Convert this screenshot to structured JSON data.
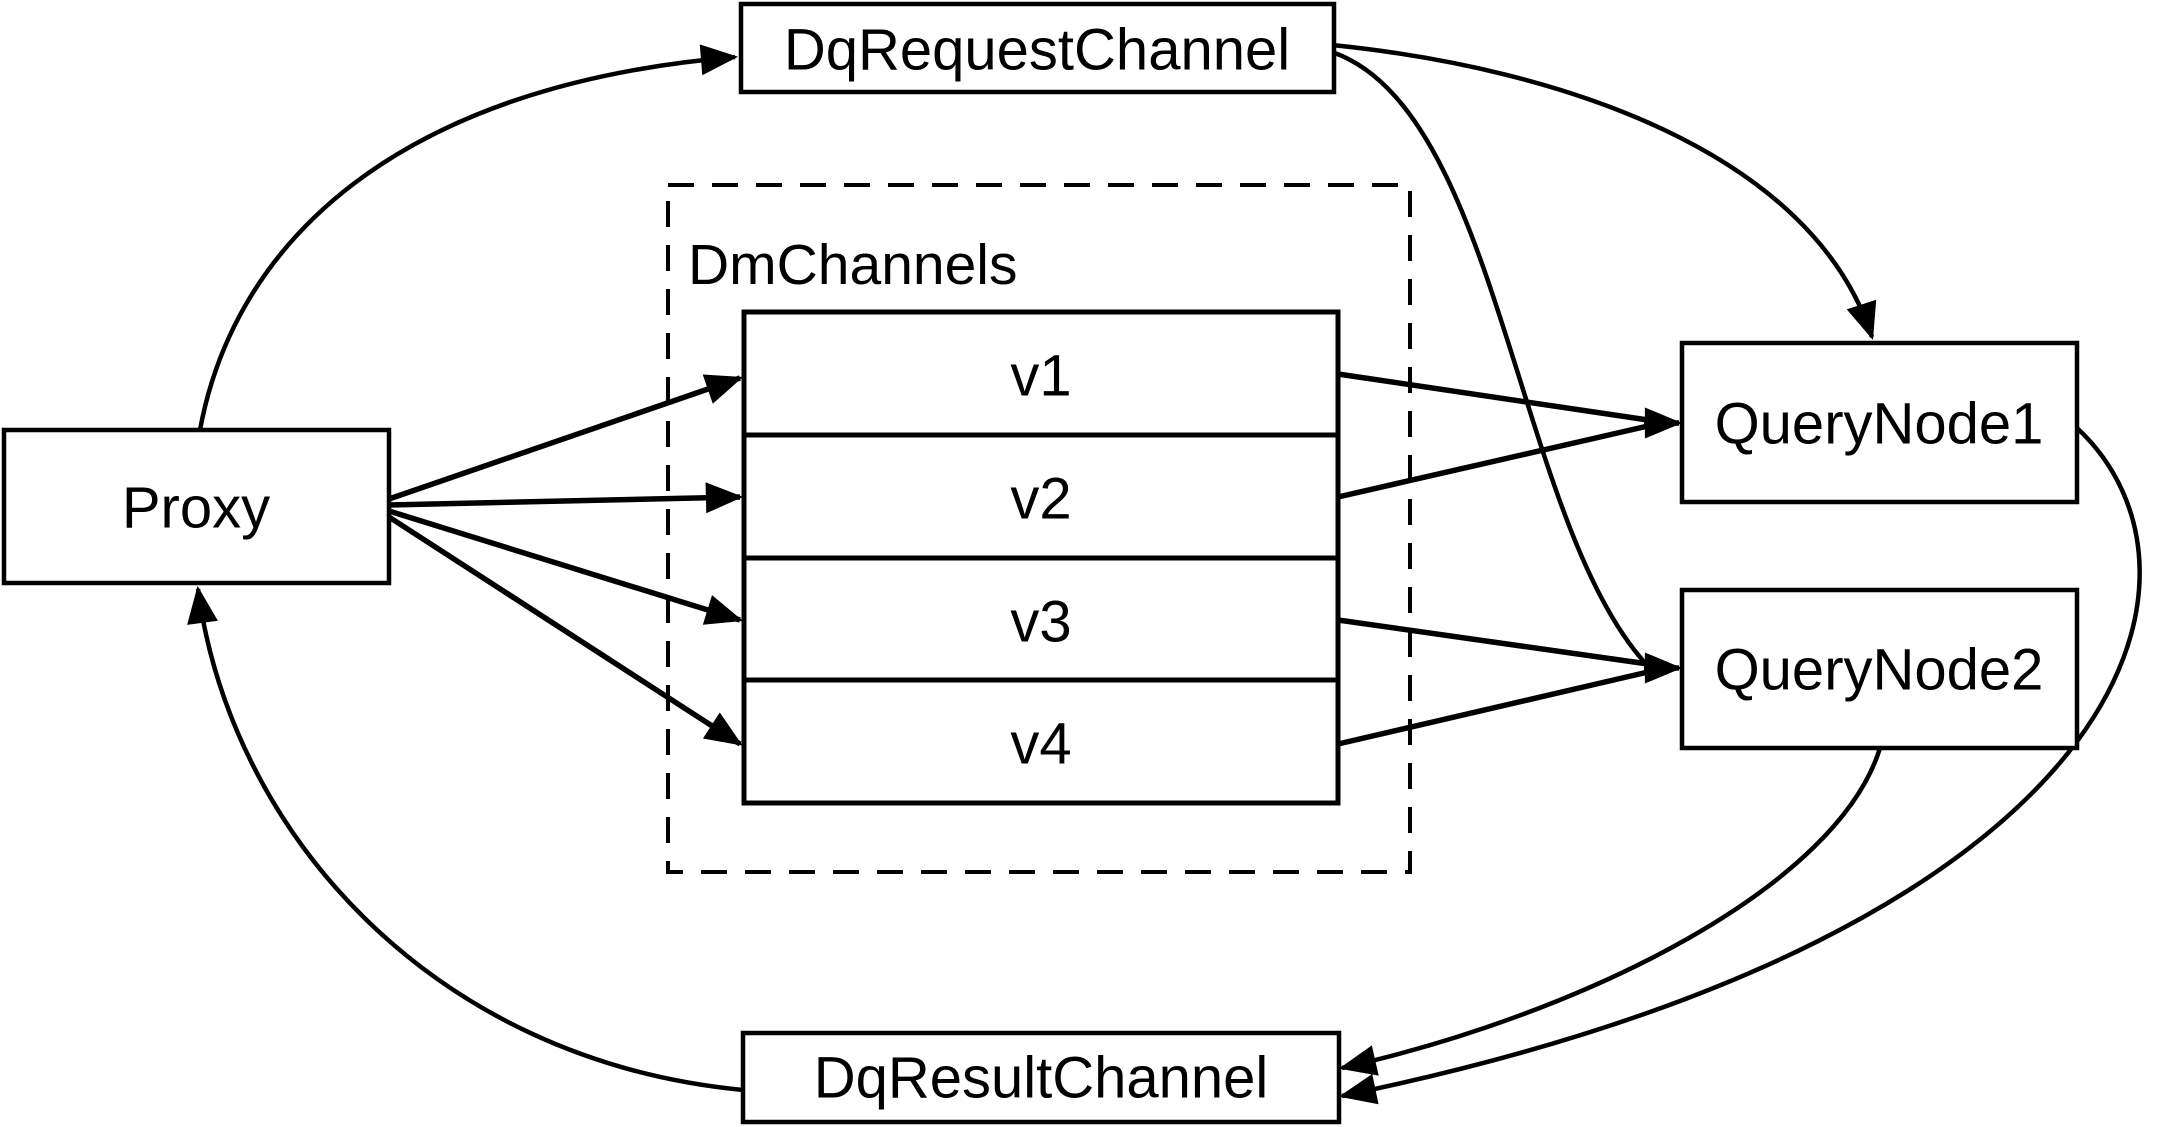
{
  "diagram": {
    "nodes": {
      "proxy": {
        "label": "Proxy"
      },
      "dq_request_channel": {
        "label": "DqRequestChannel"
      },
      "dm_channels": {
        "label": "DmChannels",
        "channels": [
          {
            "label": "v1"
          },
          {
            "label": "v2"
          },
          {
            "label": "v3"
          },
          {
            "label": "v4"
          }
        ]
      },
      "query_node_1": {
        "label": "QueryNode1"
      },
      "query_node_2": {
        "label": "QueryNode2"
      },
      "dq_result_channel": {
        "label": "DqResultChannel"
      }
    },
    "edges": [
      {
        "from": "Proxy",
        "to": "DqRequestChannel"
      },
      {
        "from": "DqRequestChannel",
        "to": "QueryNode1"
      },
      {
        "from": "DqRequestChannel",
        "to": "QueryNode2"
      },
      {
        "from": "Proxy",
        "to": "v1"
      },
      {
        "from": "Proxy",
        "to": "v2"
      },
      {
        "from": "Proxy",
        "to": "v3"
      },
      {
        "from": "Proxy",
        "to": "v4"
      },
      {
        "from": "v1",
        "to": "QueryNode1"
      },
      {
        "from": "v2",
        "to": "QueryNode1"
      },
      {
        "from": "v3",
        "to": "QueryNode2"
      },
      {
        "from": "v4",
        "to": "QueryNode2"
      },
      {
        "from": "QueryNode1",
        "to": "DqResultChannel"
      },
      {
        "from": "QueryNode2",
        "to": "DqResultChannel"
      },
      {
        "from": "DqResultChannel",
        "to": "Proxy"
      }
    ],
    "colors": {
      "ink": "#000000",
      "background": "#ffffff"
    }
  }
}
